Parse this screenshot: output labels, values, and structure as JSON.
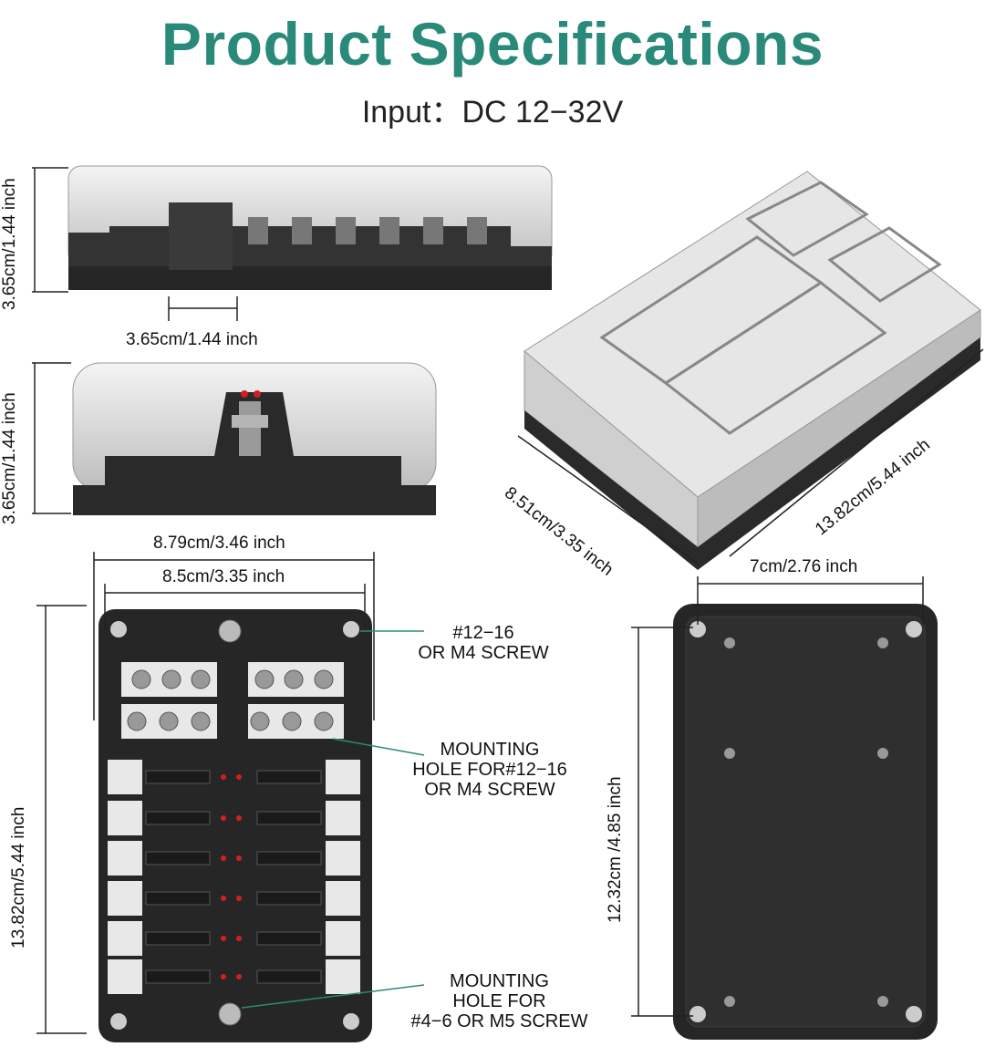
{
  "header": {
    "title": "Product Specifications",
    "subtitle": "Input：DC 12−32V"
  },
  "dimensions": {
    "side_height": "3.65cm/1.44 inch",
    "side_width": "3.65cm/1.44 inch",
    "end_height": "3.65cm/1.44 inch",
    "iso_width": "8.51cm/3.35 inch",
    "iso_length": "13.82cm/5.44 inch",
    "top_outer_width": "8.79cm/3.46 inch",
    "top_inner_width": "8.5cm/3.35 inch",
    "top_length": "13.82cm/5.44 inch",
    "back_hole_width": "7cm/2.76 inch",
    "back_hole_length": "12.32cm /4.85 inch"
  },
  "notes": {
    "screw_top_line1": "#12−16",
    "screw_top_line2": "OR M4 SCREW",
    "mount_mid_line1": "MOUNTING",
    "mount_mid_line2": "HOLE FOR#12−16",
    "mount_mid_line3": "OR M4 SCREW",
    "mount_bot_line1": "MOUNTING",
    "mount_bot_line2": "HOLE FOR",
    "mount_bot_line3": "#4−6 OR M5 SCREW"
  },
  "colors": {
    "title": "#2a8a79",
    "body": "#2b2b2b",
    "cover": "#d9d9d9",
    "led": "#d22020"
  }
}
